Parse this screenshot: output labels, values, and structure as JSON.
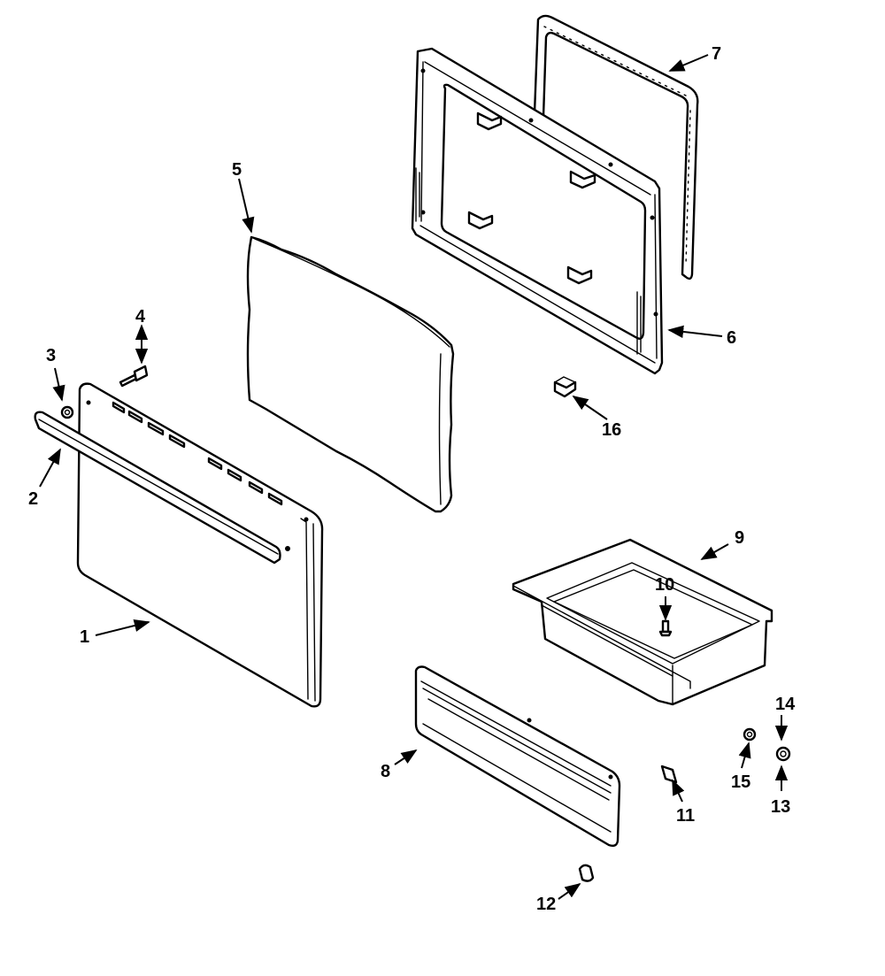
{
  "diagram": {
    "parts": [
      {
        "id": "1",
        "label": "1"
      },
      {
        "id": "2",
        "label": "2"
      },
      {
        "id": "3",
        "label": "3"
      },
      {
        "id": "4",
        "label": "4"
      },
      {
        "id": "5",
        "label": "5"
      },
      {
        "id": "6",
        "label": "6"
      },
      {
        "id": "7",
        "label": "7"
      },
      {
        "id": "8",
        "label": "8"
      },
      {
        "id": "9",
        "label": "9"
      },
      {
        "id": "10",
        "label": "10"
      },
      {
        "id": "11",
        "label": "11"
      },
      {
        "id": "12",
        "label": "12"
      },
      {
        "id": "13",
        "label": "13"
      },
      {
        "id": "14",
        "label": "14"
      },
      {
        "id": "15",
        "label": "15"
      },
      {
        "id": "16",
        "label": "16"
      }
    ]
  }
}
